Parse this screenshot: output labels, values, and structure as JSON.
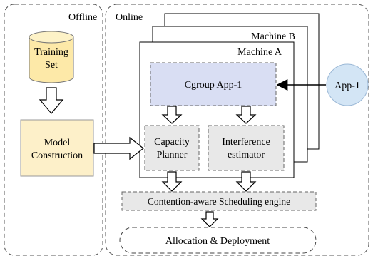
{
  "offline": {
    "label": "Offline",
    "training_set_line1": "Training",
    "training_set_line2": "Set",
    "model_line1": "Model",
    "model_line2": "Construction"
  },
  "online": {
    "label": "Online",
    "machine_b": "Machine B",
    "machine_a": "Machine A",
    "cgroup": "Cgroup App-1",
    "capacity_line1": "Capacity",
    "capacity_line2": "Planner",
    "interference_line1": "Interference",
    "interference_line2": "estimator",
    "scheduler": "Contention-aware Scheduling engine",
    "allocation": "Allocation & Deployment"
  },
  "app": {
    "label": "App-1"
  },
  "colors": {
    "offline_fill": "#fdf0c9",
    "cgroup_fill": "#d9def3",
    "gray_fill": "#e8e8e8",
    "app_fill": "#d3e5f5",
    "cylinder_fill": "#fde9a8"
  }
}
